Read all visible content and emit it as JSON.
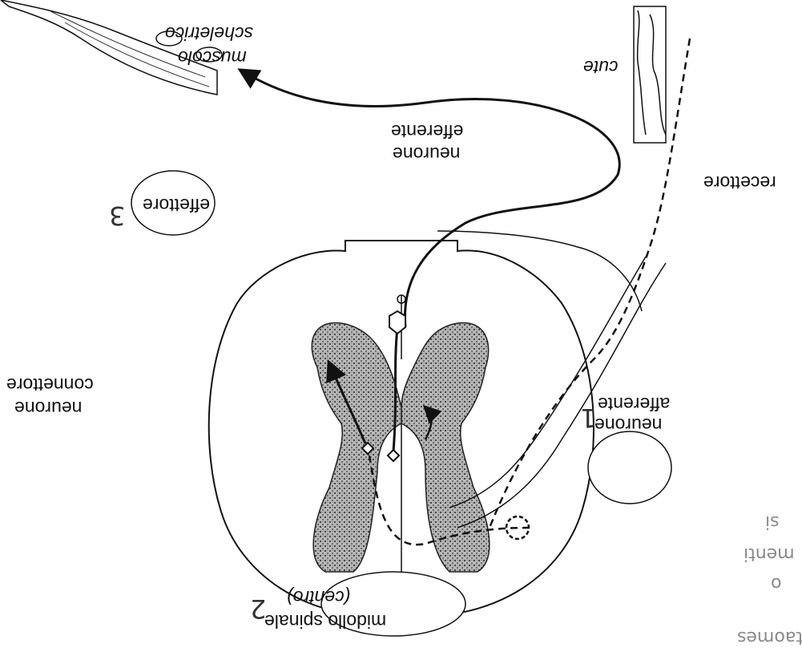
{
  "labels": {
    "cute": "cute",
    "recettore": "recettore",
    "neurone_efferente_1": "neurone",
    "neurone_efferente_2": "efferente",
    "muscolo_1": "muscolo",
    "muscolo_2": "scheletrico",
    "effettore": "effettore",
    "neurone_connettore_1": "neurone",
    "neurone_connettore_2": "connettore",
    "neurone_afferente_1": "neurone",
    "neurone_afferente_2": "afferente",
    "midollo_1": "midollo spinale",
    "midollo_2": "(centro)"
  },
  "handwritten_numbers": {
    "afferente": "1",
    "midollo": "2",
    "effettore": "3"
  },
  "margin_notes": {
    "line_1": "o",
    "line_2": "menti",
    "line_3": "si",
    "line_4": "taomes"
  },
  "colors": {
    "ink": "#111111",
    "grey_matter": "#8c8c8c",
    "note_pencil": "#8a8a8a"
  }
}
